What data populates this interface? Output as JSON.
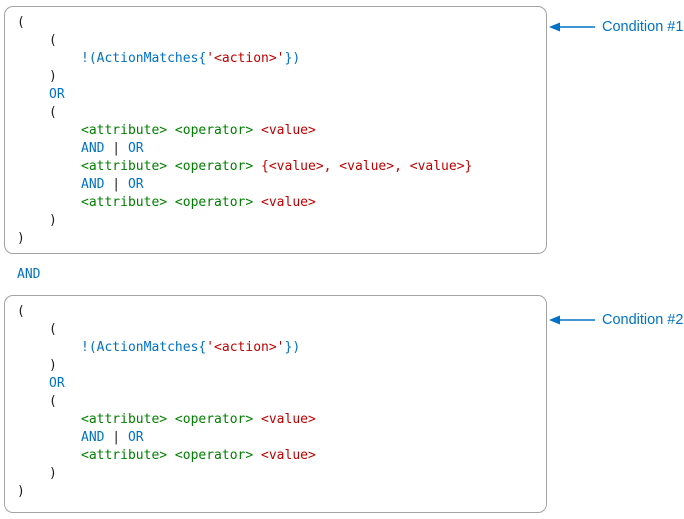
{
  "colors": {
    "plain": "#1a1a1a",
    "keyword": "#0072C6",
    "value": "#C00000",
    "attr": "#008000",
    "label": "#0072C6",
    "border": "#a3a3a3"
  },
  "connector_label": "AND",
  "boxes": [
    {
      "label": "Condition #1",
      "lines": [
        {
          "indent": 0,
          "tokens": [
            {
              "c": "plain",
              "t": "("
            }
          ]
        },
        {
          "indent": 1,
          "tokens": [
            {
              "c": "plain",
              "t": "("
            }
          ]
        },
        {
          "indent": 2,
          "tokens": [
            {
              "c": "keyword",
              "t": "!(ActionMatches{"
            },
            {
              "c": "value",
              "t": "'<action>'"
            },
            {
              "c": "keyword",
              "t": "})"
            }
          ]
        },
        {
          "indent": 1,
          "tokens": [
            {
              "c": "plain",
              "t": ")"
            }
          ]
        },
        {
          "indent": 1,
          "tokens": [
            {
              "c": "keyword",
              "t": "OR"
            }
          ]
        },
        {
          "indent": 1,
          "tokens": [
            {
              "c": "plain",
              "t": "("
            }
          ]
        },
        {
          "indent": 2,
          "tokens": [
            {
              "c": "attr",
              "t": "<attribute>"
            },
            {
              "c": "plain",
              "t": " "
            },
            {
              "c": "attr",
              "t": "<operator>"
            },
            {
              "c": "plain",
              "t": " "
            },
            {
              "c": "value",
              "t": "<value>"
            }
          ]
        },
        {
          "indent": 2,
          "tokens": [
            {
              "c": "keyword",
              "t": "AND"
            },
            {
              "c": "plain",
              "t": " | "
            },
            {
              "c": "keyword",
              "t": "OR"
            }
          ]
        },
        {
          "indent": 2,
          "tokens": [
            {
              "c": "attr",
              "t": "<attribute>"
            },
            {
              "c": "plain",
              "t": " "
            },
            {
              "c": "attr",
              "t": "<operator>"
            },
            {
              "c": "plain",
              "t": " "
            },
            {
              "c": "value",
              "t": "{<value>, <value>, <value>}"
            }
          ]
        },
        {
          "indent": 2,
          "tokens": [
            {
              "c": "keyword",
              "t": "AND"
            },
            {
              "c": "plain",
              "t": " | "
            },
            {
              "c": "keyword",
              "t": "OR"
            }
          ]
        },
        {
          "indent": 2,
          "tokens": [
            {
              "c": "attr",
              "t": "<attribute>"
            },
            {
              "c": "plain",
              "t": " "
            },
            {
              "c": "attr",
              "t": "<operator>"
            },
            {
              "c": "plain",
              "t": " "
            },
            {
              "c": "value",
              "t": "<value>"
            }
          ]
        },
        {
          "indent": 1,
          "tokens": [
            {
              "c": "plain",
              "t": ")"
            }
          ]
        },
        {
          "indent": 0,
          "tokens": [
            {
              "c": "plain",
              "t": ")"
            }
          ]
        }
      ]
    },
    {
      "label": "Condition #2",
      "lines": [
        {
          "indent": 0,
          "tokens": [
            {
              "c": "plain",
              "t": "("
            }
          ]
        },
        {
          "indent": 1,
          "tokens": [
            {
              "c": "plain",
              "t": "("
            }
          ]
        },
        {
          "indent": 2,
          "tokens": [
            {
              "c": "keyword",
              "t": "!(ActionMatches{"
            },
            {
              "c": "value",
              "t": "'<action>'"
            },
            {
              "c": "keyword",
              "t": "})"
            }
          ]
        },
        {
          "indent": 1,
          "tokens": [
            {
              "c": "plain",
              "t": ")"
            }
          ]
        },
        {
          "indent": 1,
          "tokens": [
            {
              "c": "keyword",
              "t": "OR"
            }
          ]
        },
        {
          "indent": 1,
          "tokens": [
            {
              "c": "plain",
              "t": "("
            }
          ]
        },
        {
          "indent": 2,
          "tokens": [
            {
              "c": "attr",
              "t": "<attribute>"
            },
            {
              "c": "plain",
              "t": " "
            },
            {
              "c": "attr",
              "t": "<operator>"
            },
            {
              "c": "plain",
              "t": " "
            },
            {
              "c": "value",
              "t": "<value>"
            }
          ]
        },
        {
          "indent": 2,
          "tokens": [
            {
              "c": "keyword",
              "t": "AND"
            },
            {
              "c": "plain",
              "t": " | "
            },
            {
              "c": "keyword",
              "t": "OR"
            }
          ]
        },
        {
          "indent": 2,
          "tokens": [
            {
              "c": "attr",
              "t": "<attribute>"
            },
            {
              "c": "plain",
              "t": " "
            },
            {
              "c": "attr",
              "t": "<operator>"
            },
            {
              "c": "plain",
              "t": " "
            },
            {
              "c": "value",
              "t": "<value>"
            }
          ]
        },
        {
          "indent": 1,
          "tokens": [
            {
              "c": "plain",
              "t": ")"
            }
          ]
        },
        {
          "indent": 0,
          "tokens": [
            {
              "c": "plain",
              "t": ")"
            }
          ]
        }
      ]
    }
  ]
}
